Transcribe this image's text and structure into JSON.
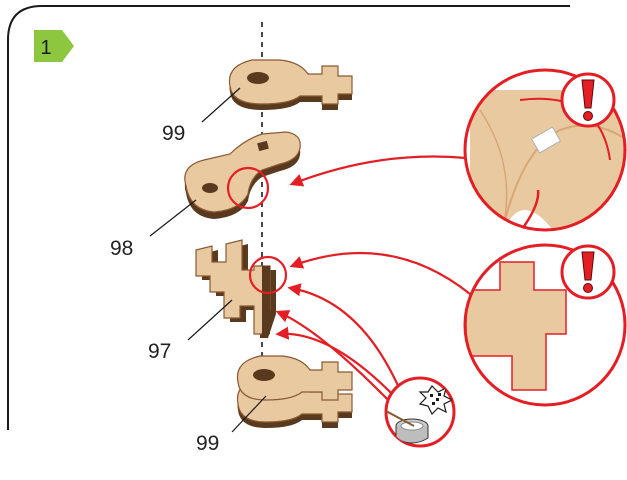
{
  "step": {
    "number": "1",
    "badge_color": "#8dc63f"
  },
  "parts": [
    {
      "id": "top-99",
      "label": "99"
    },
    {
      "id": "98",
      "label": "98"
    },
    {
      "id": "97",
      "label": "97"
    },
    {
      "id": "bottom-99",
      "label": "99"
    }
  ],
  "colors": {
    "wood": "#e8c9a0",
    "wood_edge": "#8a5a33",
    "wood_dark": "#5a3a1e",
    "callout_red": "#e31e24",
    "outline": "#1a1a1a"
  },
  "icons": [
    "exclamation-icon",
    "exclamation-icon",
    "glue-pot-icon"
  ]
}
